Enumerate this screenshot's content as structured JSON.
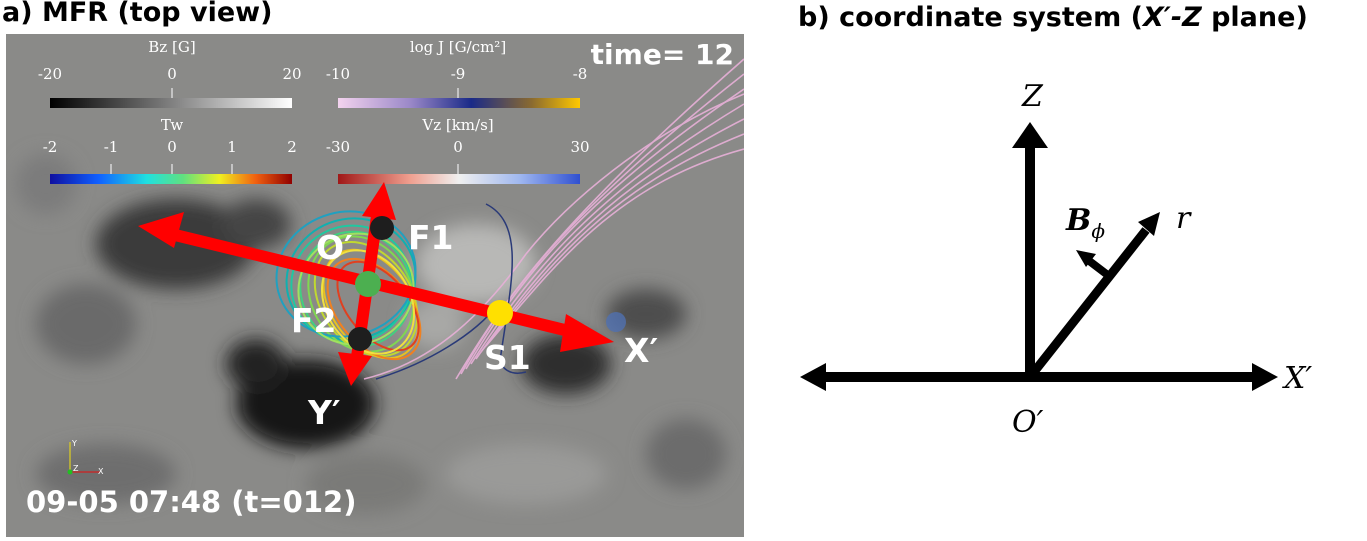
{
  "panel_a": {
    "title": "a) MFR (top view)",
    "time_label": "time= 12",
    "timestamp": "09-05 07:48 (t=012)",
    "colorbars": [
      {
        "title": "Bz [G]",
        "ticks": [
          "-20",
          "0",
          "20"
        ]
      },
      {
        "title": "log J [G/cm²]",
        "ticks": [
          "-10",
          "-9",
          "-8"
        ]
      },
      {
        "title": "Tw",
        "ticks": [
          "-2",
          "-1",
          "0",
          "1",
          "2"
        ]
      },
      {
        "title": "Vz [km/s]",
        "ticks": [
          "-30",
          "0",
          "30"
        ]
      }
    ],
    "points": {
      "o_prime": "O′",
      "f1": "F1",
      "f2": "F2",
      "s1": "S1"
    },
    "axes": {
      "x_prime": "X′",
      "y_prime": "Y′"
    },
    "triad": {
      "y": "Y",
      "z": "Z",
      "x": "X"
    },
    "colors": {
      "arrow": "#ff0000",
      "o_prime_dot": "#4caf50",
      "s1_dot": "#ffe000",
      "foot_dot": "#1e1e1e"
    }
  },
  "panel_b": {
    "title_prefix": "b) coordinate system (",
    "title_italic": "X′-Z",
    "title_suffix": " plane)",
    "z_label": "Z",
    "x_label": "X′",
    "origin_label": "O′",
    "r_label": "r",
    "b_label": "B",
    "b_sub": "ϕ"
  }
}
